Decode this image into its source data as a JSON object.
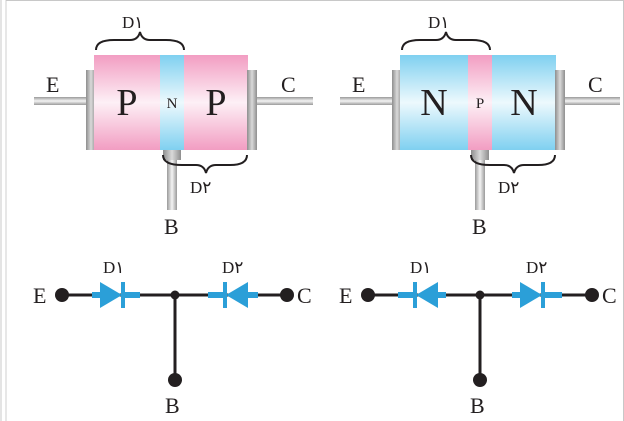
{
  "transistors": [
    {
      "type": "PNP",
      "regions": {
        "left": "P",
        "middle": "N",
        "right": "P"
      },
      "terminals": {
        "emitter": "E",
        "collector": "C",
        "base": "B"
      },
      "diode_labels": {
        "d1": "D١",
        "d2": "D٢"
      }
    },
    {
      "type": "NPN",
      "regions": {
        "left": "N",
        "middle": "P",
        "right": "N"
      },
      "terminals": {
        "emitter": "E",
        "collector": "C",
        "base": "B"
      },
      "diode_labels": {
        "d1": "D١",
        "d2": "D٢"
      }
    }
  ],
  "equivalents": [
    {
      "terminals": {
        "emitter": "E",
        "collector": "C",
        "base": "B"
      },
      "diode_labels": {
        "d1": "D١",
        "d2": "D٢"
      }
    },
    {
      "terminals": {
        "emitter": "E",
        "collector": "C",
        "base": "B"
      },
      "diode_labels": {
        "d1": "D١",
        "d2": "D٢"
      }
    }
  ],
  "colors": {
    "p_region": "#f4a7c8",
    "n_region": "#8dd6f2",
    "diode": "#2b9fd8",
    "lead": "#bdbdbd",
    "wire": "#231f20"
  }
}
